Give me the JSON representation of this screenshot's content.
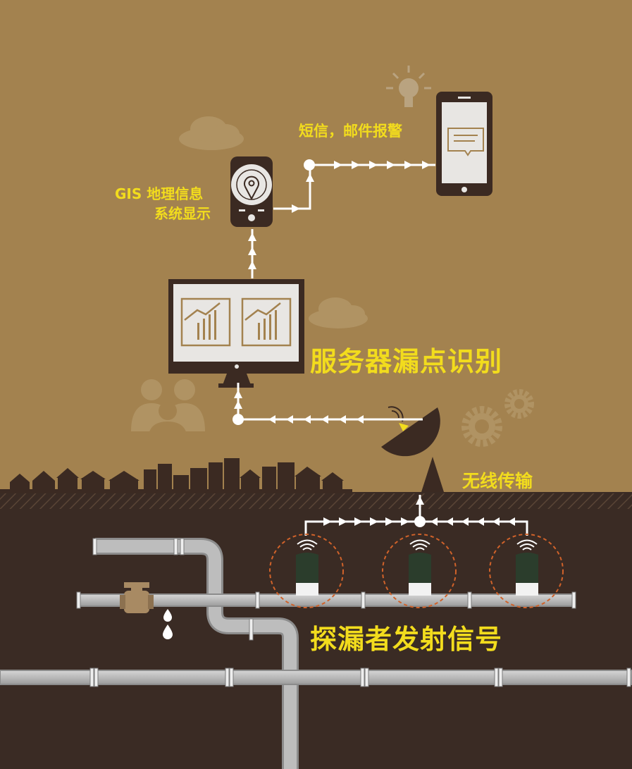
{
  "labels": {
    "sms_email_alarm": "短信，邮件报警",
    "gis_line1": "GIS 地理信息",
    "gis_line2": "系统显示",
    "server_leak_detection": "服务器漏点识别",
    "wireless_transmission": "无线传输",
    "detector_signal": "探漏者发射信号"
  },
  "colors": {
    "sky": "#a3824f",
    "ground": "#3a2b24",
    "label_yellow": "#f2dc1d",
    "device_dark": "#3b2a22",
    "screen": "#e8e6e3",
    "pipe": "#b3b3b3",
    "sensor_green": "#2b3d2c",
    "ring_orange": "#d0622a"
  },
  "icons": [
    "lightbulb-icon",
    "cloud-icon",
    "map-pin-icon",
    "chat-message-icon",
    "chart-icon",
    "people-icon",
    "gear-icon",
    "satellite-dish-icon",
    "wifi-signal-icon",
    "valve-icon",
    "water-drop-icon",
    "city-skyline"
  ]
}
